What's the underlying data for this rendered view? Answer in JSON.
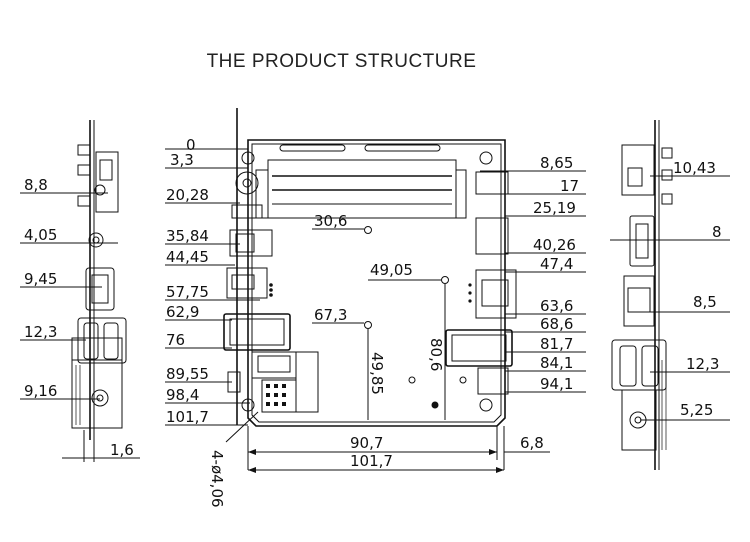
{
  "title": "THE PRODUCT STRUCTURE",
  "labels": {
    "left": {
      "d_8_8": "8,8",
      "d_4_05": "4,05",
      "d_9_45": "9,45",
      "d_12_3": "12,3",
      "d_9_16": "9,16",
      "d_1_6": "1,6"
    },
    "front": {
      "v0": "0",
      "v3_3": "3,3",
      "v20_28": "20,28",
      "v35_84": "35,84",
      "v44_45": "44,45",
      "v57_75": "57,75",
      "v62_9": "62,9",
      "v76": "76",
      "v89_55": "89,55",
      "v98_4": "98,4",
      "v101_7": "101,7",
      "c30_6": "30,6",
      "c49_05": "49,05",
      "c67_3": "67,3",
      "c49_85": "49,85",
      "c80_6": "80,6",
      "r8_65": "8,65",
      "r17": "17",
      "r25_19": "25,19",
      "r40_26": "40,26",
      "r47_4": "47,4",
      "r63_6": "63,6",
      "r68_6": "68,6",
      "r81_7": "81,7",
      "r84_1": "84,1",
      "r94_1": "94,1",
      "b90_7": "90,7",
      "b6_8": "6,8",
      "b101_7": "101,7",
      "hole": "4-ø4,06"
    },
    "right": {
      "d10_43": "10,43",
      "d8": "8",
      "d8_5": "8,5",
      "d12_3": "12,3",
      "d5_25": "5,25"
    }
  }
}
